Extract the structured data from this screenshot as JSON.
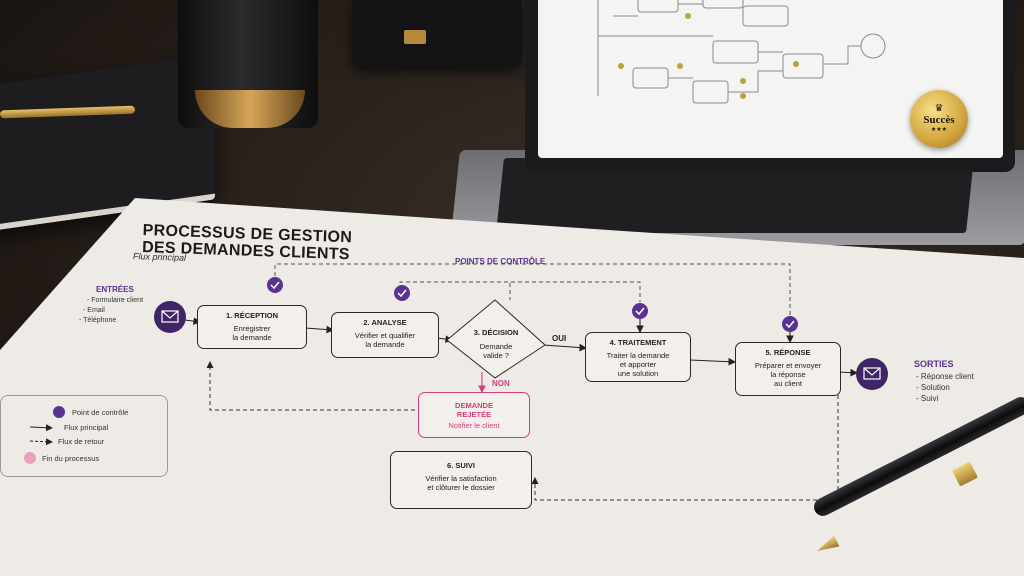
{
  "laptop": {
    "seal_label": "Succès",
    "seal_crown": "♛",
    "seal_stars": "★★★"
  },
  "paper": {
    "title_line1": "PROCESSUS DE GESTION",
    "title_line2": "DES DEMANDES CLIENTS",
    "subtitle": "Flux principal",
    "checkpoints_label": "POINTS DE CONTRÔLE",
    "inputs": {
      "heading": "ENTRÉES",
      "items": [
        "- Formulaire client",
        "- Email",
        "- Téléphone"
      ]
    },
    "outputs": {
      "heading": "SORTIES",
      "items": [
        "- Réponse client",
        "- Solution",
        "- Suivi"
      ]
    },
    "steps": {
      "reception": {
        "title": "1. RÉCEPTION",
        "line1": "Enregistrer",
        "line2": "la demande"
      },
      "analyse": {
        "title": "2. ANALYSE",
        "line1": "Vérifier et qualifier",
        "line2": "la demande"
      },
      "decision": {
        "title": "3. DÉCISION",
        "line1": "Demande",
        "line2": "valide ?"
      },
      "traitement": {
        "title": "4. TRAITEMENT",
        "line1": "Traiter la demande",
        "line2": "et apporter",
        "line3": "une solution"
      },
      "reponse": {
        "title": "5. RÉPONSE",
        "line1": "Préparer et envoyer",
        "line2": "la réponse",
        "line3": "au client"
      },
      "suivi": {
        "title": "6. SUIVI",
        "line1": "Vérifier la satisfaction",
        "line2": "et clôturer le dossier"
      }
    },
    "yes_label": "OUI",
    "no_label": "NON",
    "rejected": {
      "title1": "DEMANDE",
      "title2": "REJETÉE",
      "action": "Notifier le client"
    },
    "legend": {
      "checkpoint": "Point de contrôle",
      "main_flow": "Flux principal",
      "return_flow": "Flux de retour",
      "end": "Fin du processus"
    },
    "colors": {
      "purple": "#4b2a78",
      "pink": "#d03f7c",
      "ink": "#222222"
    }
  }
}
